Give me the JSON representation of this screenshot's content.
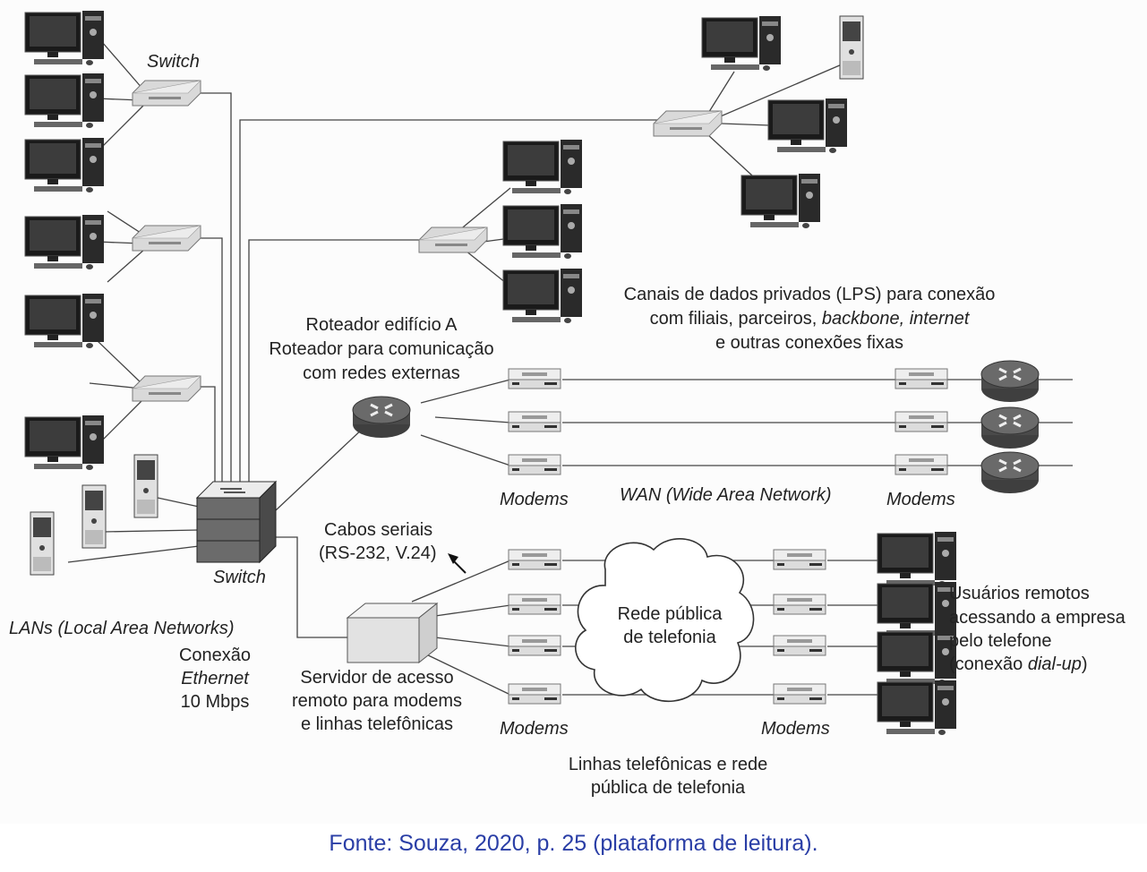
{
  "labels": {
    "switch_top": "Switch",
    "switch_main": "Switch",
    "router_a_line1": "Roteador edifício A",
    "router_a_line2": "Roteador para comunicação",
    "router_a_line3": "com redes externas",
    "lps_line1": "Canais de dados privados (LPS) para conexão",
    "lps_line2_a": "com filiais, parceiros, ",
    "lps_line2_b": "backbone, internet",
    "lps_line3": "e outras conexões fixas",
    "modems_wan_left": "Modems",
    "wan": "WAN (Wide Area Network)",
    "modems_wan_right": "Modems",
    "serial_line1": "Cabos seriais",
    "serial_line2": "(RS-232, V.24)",
    "lans": "LANs (Local Area Networks)",
    "conexao": "Conexão",
    "ethernet": "Ethernet",
    "mbps": "10 Mbps",
    "server_line1": "Servidor de acesso",
    "server_line2": "remoto para modems",
    "server_line3": "e linhas telefônicas",
    "cloud_line1": "Rede pública",
    "cloud_line2": "de telefonia",
    "remote_line1": "Usuários remotos",
    "remote_line2": "acessando a empresa",
    "remote_line3": "pelo telefone",
    "remote_line4_a": "(conexão ",
    "remote_line4_b": "dial-up",
    "remote_line4_c": ")",
    "modems_phone_left": "Modems",
    "modems_phone_right": "Modems",
    "phone_lines_line1": "Linhas telefônicas e rede",
    "phone_lines_line2": "pública de telefonia"
  },
  "source": "Fonte: Souza, 2020, p. 25 (plataforma de leitura).",
  "colors": {
    "source_text": "#2a3ea6",
    "device": "#d9d9d9",
    "router": "#5a5a5a"
  }
}
